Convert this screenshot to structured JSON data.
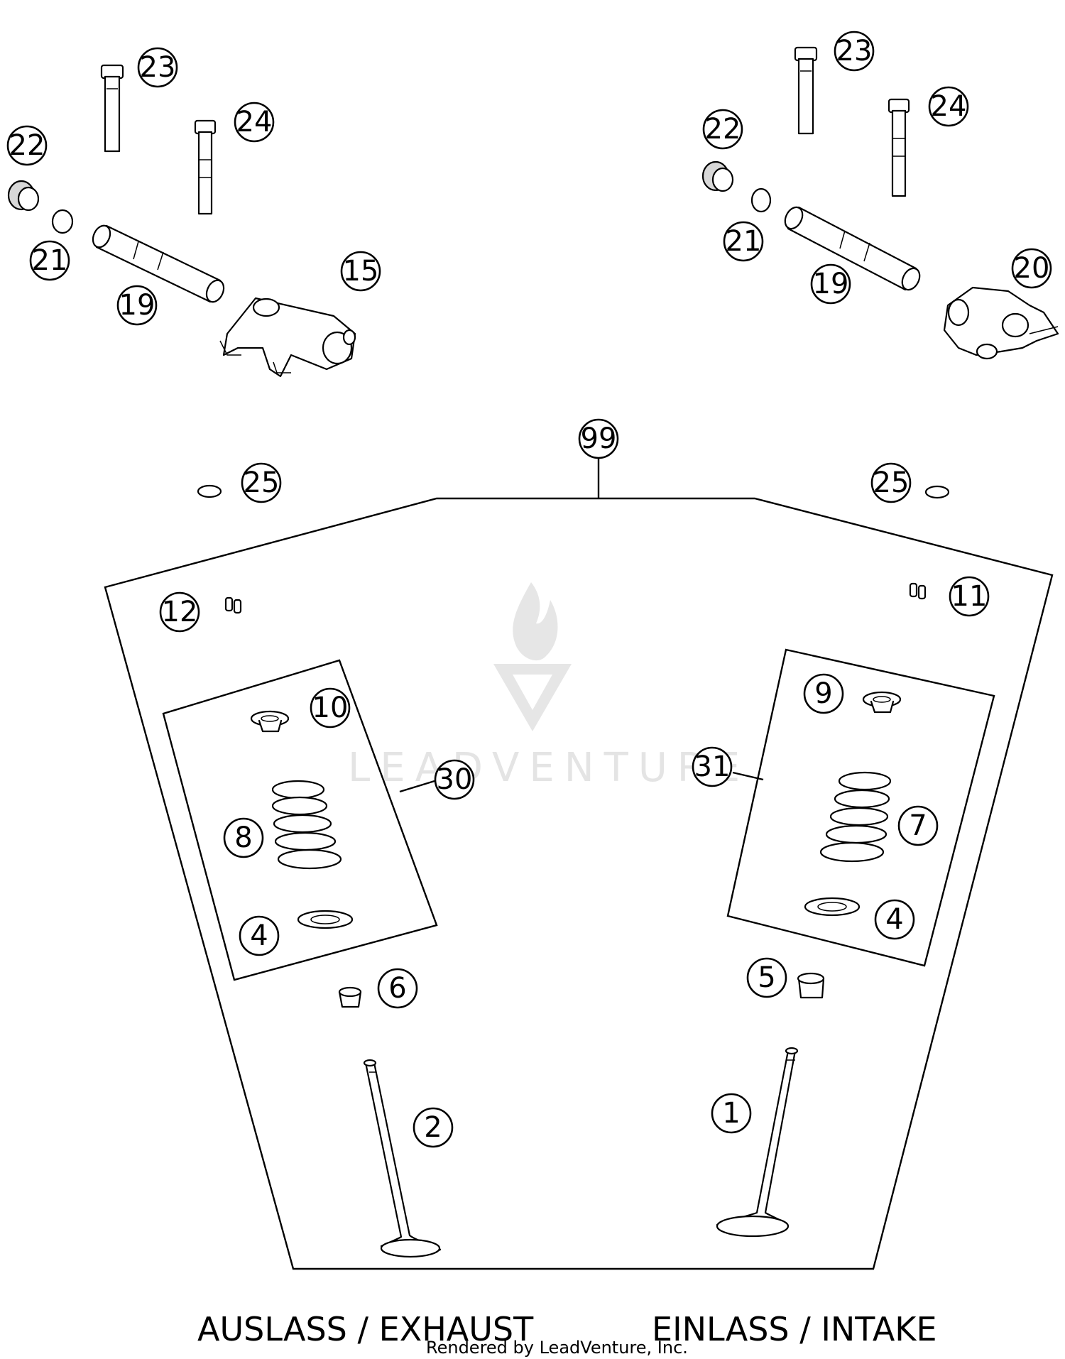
{
  "callouts": {
    "c23_left": "23",
    "c24_left": "24",
    "c22_left": "22",
    "c21_left": "21",
    "c19_left": "19",
    "c15": "15",
    "c23_right": "23",
    "c24_right": "24",
    "c22_right": "22",
    "c21_right": "21",
    "c19_right": "19",
    "c20": "20",
    "c99": "99",
    "c25_left": "25",
    "c25_right": "25",
    "c12": "12",
    "c11": "11",
    "c10": "10",
    "c30": "30",
    "c8": "8",
    "c4_left": "4",
    "c9": "9",
    "c31": "31",
    "c7": "7",
    "c4_right": "4",
    "c6": "6",
    "c5": "5",
    "c2": "2",
    "c1": "1"
  },
  "labels": {
    "exhaust": "AUSLASS / EXHAUST",
    "intake": "EINLASS / INTAKE"
  },
  "footer": "Rendered by LeadVenture, Inc.",
  "watermark": "LEADVENTURE"
}
